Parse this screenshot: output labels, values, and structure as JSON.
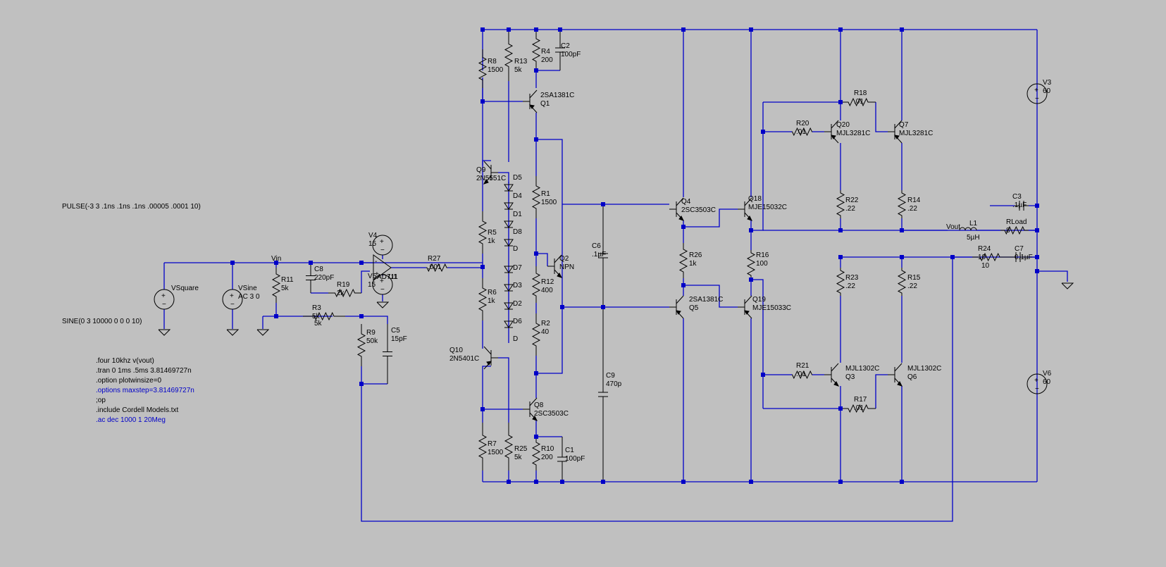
{
  "components": {
    "R1": {
      "ref": "R1",
      "value": "1500"
    },
    "R2": {
      "ref": "R2",
      "value": "40"
    },
    "R3": {
      "ref": "R3",
      "value": "5k"
    },
    "R4": {
      "ref": "R4",
      "value": "200"
    },
    "R5": {
      "ref": "R5",
      "value": "1k"
    },
    "R6": {
      "ref": "R6",
      "value": "1k"
    },
    "R7": {
      "ref": "R7",
      "value": "1500"
    },
    "R8": {
      "ref": "R8",
      "value": "1500"
    },
    "R9": {
      "ref": "R9",
      "value": "50k"
    },
    "R10": {
      "ref": "R10",
      "value": "200"
    },
    "R11": {
      "ref": "R11",
      "value": "5k"
    },
    "R12": {
      "ref": "R12",
      "value": "400"
    },
    "R13": {
      "ref": "R13",
      "value": "5k"
    },
    "R14": {
      "ref": "R14",
      "value": ".22"
    },
    "R15": {
      "ref": "R15",
      "value": ".22"
    },
    "R16": {
      "ref": "R16",
      "value": "100"
    },
    "R17": {
      "ref": "R17",
      "value": ".01"
    },
    "R18": {
      "ref": "R18",
      "value": ".01"
    },
    "R19": {
      "ref": "R19",
      "value": "2k"
    },
    "R20": {
      "ref": "R20",
      "value": ".01"
    },
    "R21": {
      "ref": "R21",
      "value": ".01"
    },
    "R22": {
      "ref": "R22",
      "value": ".22"
    },
    "R23": {
      "ref": "R23",
      "value": ".22"
    },
    "R24": {
      "ref": "R24",
      "value": "10"
    },
    "R25": {
      "ref": "R25",
      "value": "5k"
    },
    "R26": {
      "ref": "R26",
      "value": "1k"
    },
    "R27": {
      "ref": "R27",
      "value": ".001"
    },
    "RLoad": {
      "ref": "RLoad",
      "value": "8"
    },
    "C1": {
      "ref": "C1",
      "value": "100pF"
    },
    "C2": {
      "ref": "C2",
      "value": "100pF"
    },
    "C3": {
      "ref": "C3",
      "value": ".1µF"
    },
    "C5": {
      "ref": "C5",
      "value": "15pF"
    },
    "C6": {
      "ref": "C6",
      "value": ".1µF"
    },
    "C7": {
      "ref": "C7",
      "value": "0.1µF"
    },
    "C8": {
      "ref": "C8",
      "value": "220pF"
    },
    "C9": {
      "ref": "C9",
      "value": "470p"
    },
    "L1": {
      "ref": "L1",
      "value": "5µH"
    },
    "Q1": {
      "ref": "Q1",
      "value": "2SA1381C"
    },
    "Q2": {
      "ref": "Q2",
      "value": "NPN"
    },
    "Q3": {
      "ref": "Q3",
      "value": "MJL1302C"
    },
    "Q4": {
      "ref": "Q4",
      "value": "2SC3503C"
    },
    "Q5": {
      "ref": "Q5",
      "value": "2SA1381C"
    },
    "Q6": {
      "ref": "Q6",
      "value": "MJL1302C"
    },
    "Q7": {
      "ref": "Q7",
      "value": "MJL3281C"
    },
    "Q8": {
      "ref": "Q8",
      "value": "2SC3503C"
    },
    "Q9": {
      "ref": "Q9",
      "value": "2N5551C"
    },
    "Q10": {
      "ref": "Q10",
      "value": "2N5401C"
    },
    "Q18": {
      "ref": "Q18",
      "value": "MJE15032C"
    },
    "Q19": {
      "ref": "Q19",
      "value": "MJE15033C"
    },
    "Q20": {
      "ref": "Q20",
      "value": "MJL3281C"
    },
    "D1": {
      "ref": "D1",
      "value": "D"
    },
    "D2": {
      "ref": "D2",
      "value": "D"
    },
    "D3": {
      "ref": "D3",
      "value": "D"
    },
    "D4": {
      "ref": "D4",
      "value": "D"
    },
    "D5": {
      "ref": "D5",
      "value": "D"
    },
    "D6": {
      "ref": "D6",
      "value": "D"
    },
    "D7": {
      "ref": "D7",
      "value": "D"
    },
    "D8": {
      "ref": "D8",
      "value": "D"
    },
    "U1": {
      "ref": "U1",
      "value": "AD711"
    },
    "V3": {
      "ref": "V3",
      "value": "60"
    },
    "V4": {
      "ref": "V4",
      "value": "15"
    },
    "V5": {
      "ref": "V5",
      "value": "15"
    },
    "V6": {
      "ref": "V6",
      "value": "60"
    },
    "VSine": {
      "ref": "VSine",
      "value": "AC 3 0"
    },
    "VSquare": {
      "ref": "VSquare",
      "value": ""
    }
  },
  "nets": {
    "vin": "Vin",
    "vout": "Vout"
  },
  "source_specs": {
    "pulse": "PULSE(-3 3 .1ns .1ns .1ns .00005 .0001 10)",
    "sine": "SINE(0 3 10000 0 0 0 10)"
  },
  "directives": [
    {
      "text": ".four 10khz v(vout)",
      "active": true
    },
    {
      "text": ".tran 0 1ms .5ms 3.81469727n",
      "active": true
    },
    {
      "text": ".option plotwinsize=0",
      "active": true
    },
    {
      "text": ".options maxstep=3.81469727n",
      "active": false
    },
    {
      "text": ";op",
      "active": true
    },
    {
      "text": ".include Cordell Models.txt",
      "active": true
    },
    {
      "text": ".ac dec 1000 1 20Meg",
      "active": false
    }
  ],
  "colors": {
    "background": "#c0c0c0",
    "wire": "#0000c8",
    "component": "#000000",
    "text": "#000000",
    "comment_directive": "#0000c8"
  },
  "icons": [
    "resistor-icon",
    "capacitor-icon",
    "inductor-icon",
    "diode-icon",
    "npn-transistor-icon",
    "pnp-transistor-icon",
    "opamp-icon",
    "voltage-source-icon",
    "ground-icon"
  ]
}
